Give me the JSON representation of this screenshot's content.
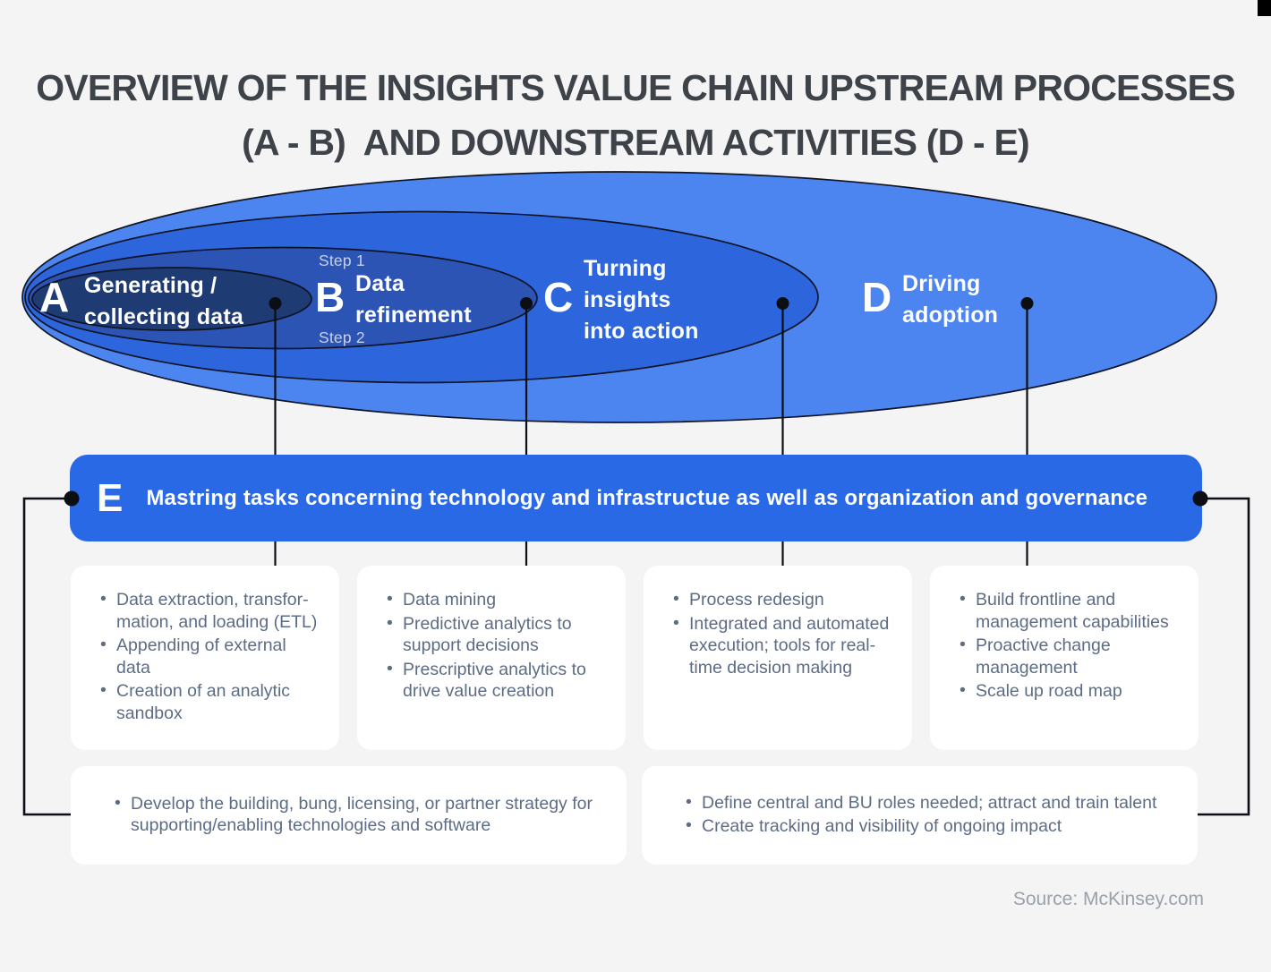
{
  "title": {
    "text": "OVERVIEW OF THE INSIGHTS VALUE CHAIN UPSTREAM PROCESSES\n(A - B)  AND DOWNSTREAM ACTIVITIES (D - E)"
  },
  "venn": {
    "rings": [
      {
        "id": "a",
        "letter": "A",
        "label": "Generating /\ncollecting data"
      },
      {
        "id": "b",
        "letter": "B",
        "label": "Data\nrefinement",
        "step_top": "Step 1",
        "step_bottom": "Step 2"
      },
      {
        "id": "c",
        "letter": "C",
        "label": "Turning\ninsights\ninto action"
      },
      {
        "id": "d",
        "letter": "D",
        "label": "Driving\nadoption"
      }
    ]
  },
  "banner": {
    "letter": "E",
    "text": "Mastring tasks concerning technology and infrastructue as well as organization and governance"
  },
  "boxes": {
    "row1": [
      {
        "bullets": [
          "Data extraction, transfor-mation, and loading (ETL)",
          "Appending of external data",
          "Creation of an analytic sandbox"
        ]
      },
      {
        "bullets": [
          "Data mining",
          "Predictive analytics to support decisions",
          "Prescriptive analytics to drive value creation"
        ]
      },
      {
        "bullets": [
          "Process redesign",
          "Integrated and automated execution; tools for real-time decision making"
        ]
      },
      {
        "bullets": [
          "Build frontline and management capabilities",
          "Proactive change management",
          "Scale up road map"
        ]
      }
    ],
    "row2": [
      {
        "bullets": [
          "Develop the building, bung, licensing, or partner strategy for supporting/enabling technologies and software"
        ]
      },
      {
        "bullets": [
          "Define central and BU roles needed; attract and train talent",
          "Create tracking and visibility of ongoing impact"
        ]
      }
    ]
  },
  "source": "Source: McKinsey.com",
  "colors": {
    "background": "#f4f4f5",
    "title": "#3e434a",
    "ring_d": "#4d85f0",
    "ring_c": "#2d66dc",
    "ring_b": "#2b54b5",
    "ring_a": "#1f3b73",
    "ring_stroke": "#0e1424",
    "connector": "#0b0e13",
    "dot": "#0b0e13",
    "banner_bg": "#2a69e6",
    "bullet_text": "#5d6c85",
    "step_label": "#c7d2ea",
    "source_text": "#9aa1a9"
  }
}
